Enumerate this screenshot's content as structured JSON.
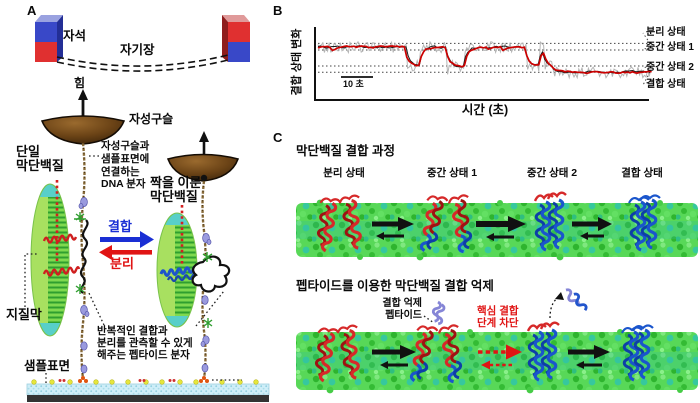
{
  "colors": {
    "binding_blue": "#1a2fd4",
    "unbinding_red": "#e01414",
    "trace_red": "#cc0000",
    "trace_gray": "#b5b5b5",
    "trace_black": "#1a1a1a",
    "membrane_green": "#58d858",
    "membrane_teal": "#2fbf9f",
    "protein_red": "#d62929",
    "protein_blue": "#1a55cc",
    "inhibitor_purple": "#8585d6",
    "bead_brown": "#6b4316",
    "magnet_blue": "#3948c8",
    "magnet_red": "#e03030"
  },
  "panel_a": {
    "label": "A",
    "magnet_label": "자석",
    "field_label": "자기장",
    "force_label": "힘",
    "bead_label": "자성구슬",
    "single_protein_label": [
      "단일",
      "막단백질"
    ],
    "dna_note": [
      "자성구슬과",
      "샘플표면에",
      "연결하는",
      "DNA 분자"
    ],
    "paired_protein_label": [
      "짝을 이룬",
      "막단백질"
    ],
    "binding_label": "결합",
    "unbinding_label": "분리",
    "lipid_label": "지질막",
    "peptide_note": [
      "반복적인 결합과",
      "분리를 관측할 수 있게",
      "해주는 펩타이드 분자"
    ],
    "surface_label": "샘플표면"
  },
  "panel_b": {
    "label": "B"
  },
  "chart_data": {
    "type": "line",
    "title": "",
    "xlabel": "시간 (초)",
    "ylabel": "결합 상태 변화",
    "scalebar": "10 초",
    "legend_position": "right",
    "grid": false,
    "state_labels": [
      "분리 상태",
      "중간 상태 1",
      "중간 상태 2",
      "결합 상태"
    ],
    "state_levels": [
      0.765,
      0.675,
      0.46,
      0.375
    ],
    "series": [
      {
        "name": "결합 상태 변화",
        "segments": [
          {
            "x0": 0.0,
            "x1": 0.265,
            "y": 0.715
          },
          {
            "x0": 0.265,
            "x1": 0.305,
            "y": 0.46
          },
          {
            "x0": 0.305,
            "x1": 0.385,
            "y": 0.715
          },
          {
            "x0": 0.385,
            "x1": 0.44,
            "y": 0.46
          },
          {
            "x0": 0.44,
            "x1": 0.625,
            "y": 0.715
          },
          {
            "x0": 0.625,
            "x1": 0.665,
            "y": 0.46
          },
          {
            "x0": 0.665,
            "x1": 0.678,
            "y": 0.715
          },
          {
            "x0": 0.678,
            "x1": 0.7,
            "y": 0.46
          },
          {
            "x0": 0.7,
            "x1": 1.0,
            "y": 0.375
          }
        ]
      }
    ]
  },
  "panel_c": {
    "label": "C",
    "title_top": "막단백질 결합 과정",
    "state_labels": [
      "분리 상태",
      "중간 상태 1",
      "중간 상태 2",
      "결합 상태"
    ],
    "title_bottom": "펩타이드를 이용한 막단백질 결합 억제",
    "inhibitor_label": [
      "결합 억제",
      "펩타이드"
    ],
    "block_label": [
      "핵심 결합",
      "단계 차단"
    ]
  }
}
